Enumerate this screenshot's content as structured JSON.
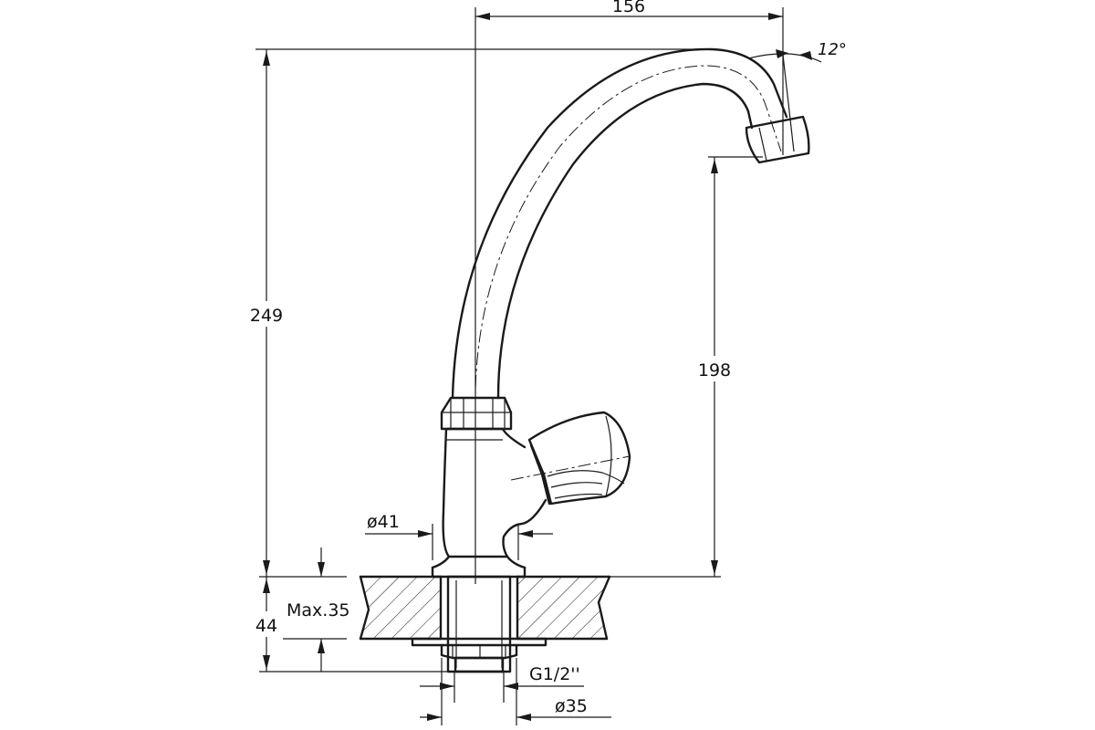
{
  "drawing": {
    "dimensions": {
      "width_top": "156",
      "angle": "12°",
      "height_total": "249",
      "spout_height": "198",
      "body_diameter": "ø41",
      "max_thickness": "Max.35",
      "shank_length": "44",
      "thread": "G1/2''",
      "nut_diameter": "ø35"
    }
  }
}
